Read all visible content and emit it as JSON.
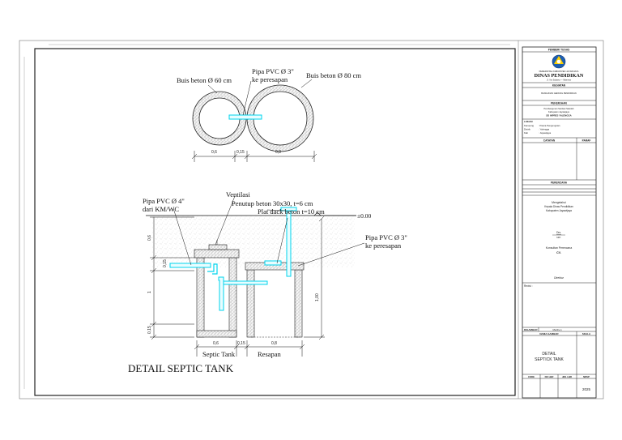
{
  "drawing": {
    "title": "DETAIL SEPTIC TANK",
    "plan_labels": {
      "left_ring": "Buis beton Ø 60 cm",
      "pipe_line1": "Pipa PVC Ø 3\"",
      "pipe_line2": "ke peresapan",
      "right_ring": "Buis beton Ø 80 cm"
    },
    "plan_dims": {
      "d1": "0,6",
      "d2": "0,15",
      "d3": "0,8"
    },
    "section_labels": {
      "inlet_line1": "Pipa PVC Ø 4\"",
      "inlet_line2": "dari KM/WC",
      "ventilasi": "Ventilasi",
      "penutup": "Penutup beton 30x30, t=6 cm",
      "plat": "Plat dack beton t=10 cm",
      "level": "±0.00",
      "outlet_line1": "Pipa PVC Ø 3\"",
      "outlet_line2": "ke peresapan",
      "tank": "Septic Tank",
      "resapan": "Resapan"
    },
    "section_dims": {
      "left_top": "0,6",
      "left_mid": "0,15",
      "left_main": "1",
      "left_bottom": "0,15",
      "right_h": "1,00",
      "b1": "0,6",
      "b2": "0,15",
      "b3": "0,8"
    }
  },
  "title_block": {
    "pemberi_tugas": "PEMBERI TUGAS",
    "agency_line": "PEMERINTAH KABUPATEN JAYAWIJAYA",
    "agency_name": "DINAS PENDIDIKAN",
    "agency_address": "Jl. Yos Sudarso — Wamena",
    "kegiatan_label": "KEGIATAN",
    "kegiatan_value": "BANGUNAN GEDUNG PENDIDIKAN",
    "pekerjaan_label": "PEKERJAAN",
    "pekerjaan_line1": "Pembangunan Sanitasi Sekolah",
    "pekerjaan_line2": "Kabupaten Jayawijaya",
    "pekerjaan_line3": "SD INPRES YALENGGA",
    "lokasi_label": "LOKASI",
    "loc_rows": [
      {
        "k": "Kampung",
        "v": ": Pasca Pengungsian"
      },
      {
        "k": "Distrik",
        "v": ": Yalengga"
      },
      {
        "k": "Kab",
        "v": ": Jayawijaya"
      }
    ],
    "catatan": "CATATAN",
    "paraf": "PARAF",
    "perencana": "PERENCANA",
    "mengetahui": "Mengetahui",
    "kepala_line1": "Kepala Dinas Pendidikan",
    "kepala_line2": "Kabupaten Jayawijaya",
    "kepala_name": "Drs.",
    "kepala_nip": "NIP.",
    "konsultan": "Konsultan Perencana",
    "konsultan_name": "CV.",
    "direktur": "Direktur",
    "revisi": "Revisi :",
    "digambar": "DIGAMBAR",
    "digambar_name": "Marthen",
    "nama_gambar": "NAMA GAMBAR",
    "skala": "SKALA",
    "drawing_name_line1": "DETAIL",
    "drawing_name_line2": "SEPTICK TANK",
    "code": "CODE",
    "no_lbr": "NO LBR",
    "jml_lbr": "JML LBR",
    "nrsp": "NRSP",
    "year": "2025"
  },
  "colors": {
    "accent": "#00e5ff",
    "line": "#111111",
    "frame": "#555555",
    "concrete": "#888888"
  }
}
